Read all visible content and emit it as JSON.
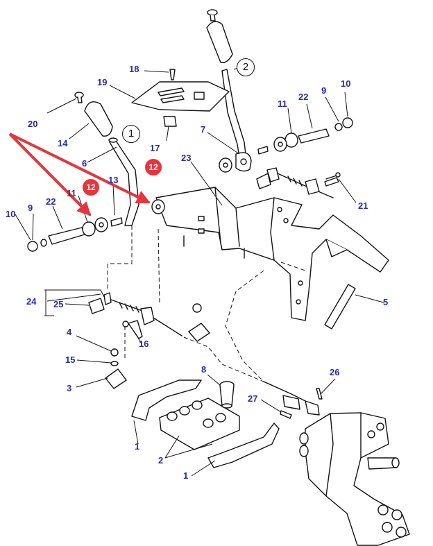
{
  "diagram": {
    "accent_color": "#2a2aa6",
    "highlight_color": "#e8343a",
    "view_markers": [
      "1",
      "2"
    ],
    "highlighted_part": "12",
    "part_labels": [
      "1",
      "1",
      "2",
      "3",
      "4",
      "5",
      "6",
      "7",
      "8",
      "9",
      "9",
      "10",
      "10",
      "11",
      "11",
      "12",
      "12",
      "13",
      "14",
      "15",
      "16",
      "17",
      "18",
      "19",
      "20",
      "21",
      "22",
      "22",
      "23",
      "24",
      "25",
      "26",
      "27"
    ]
  }
}
